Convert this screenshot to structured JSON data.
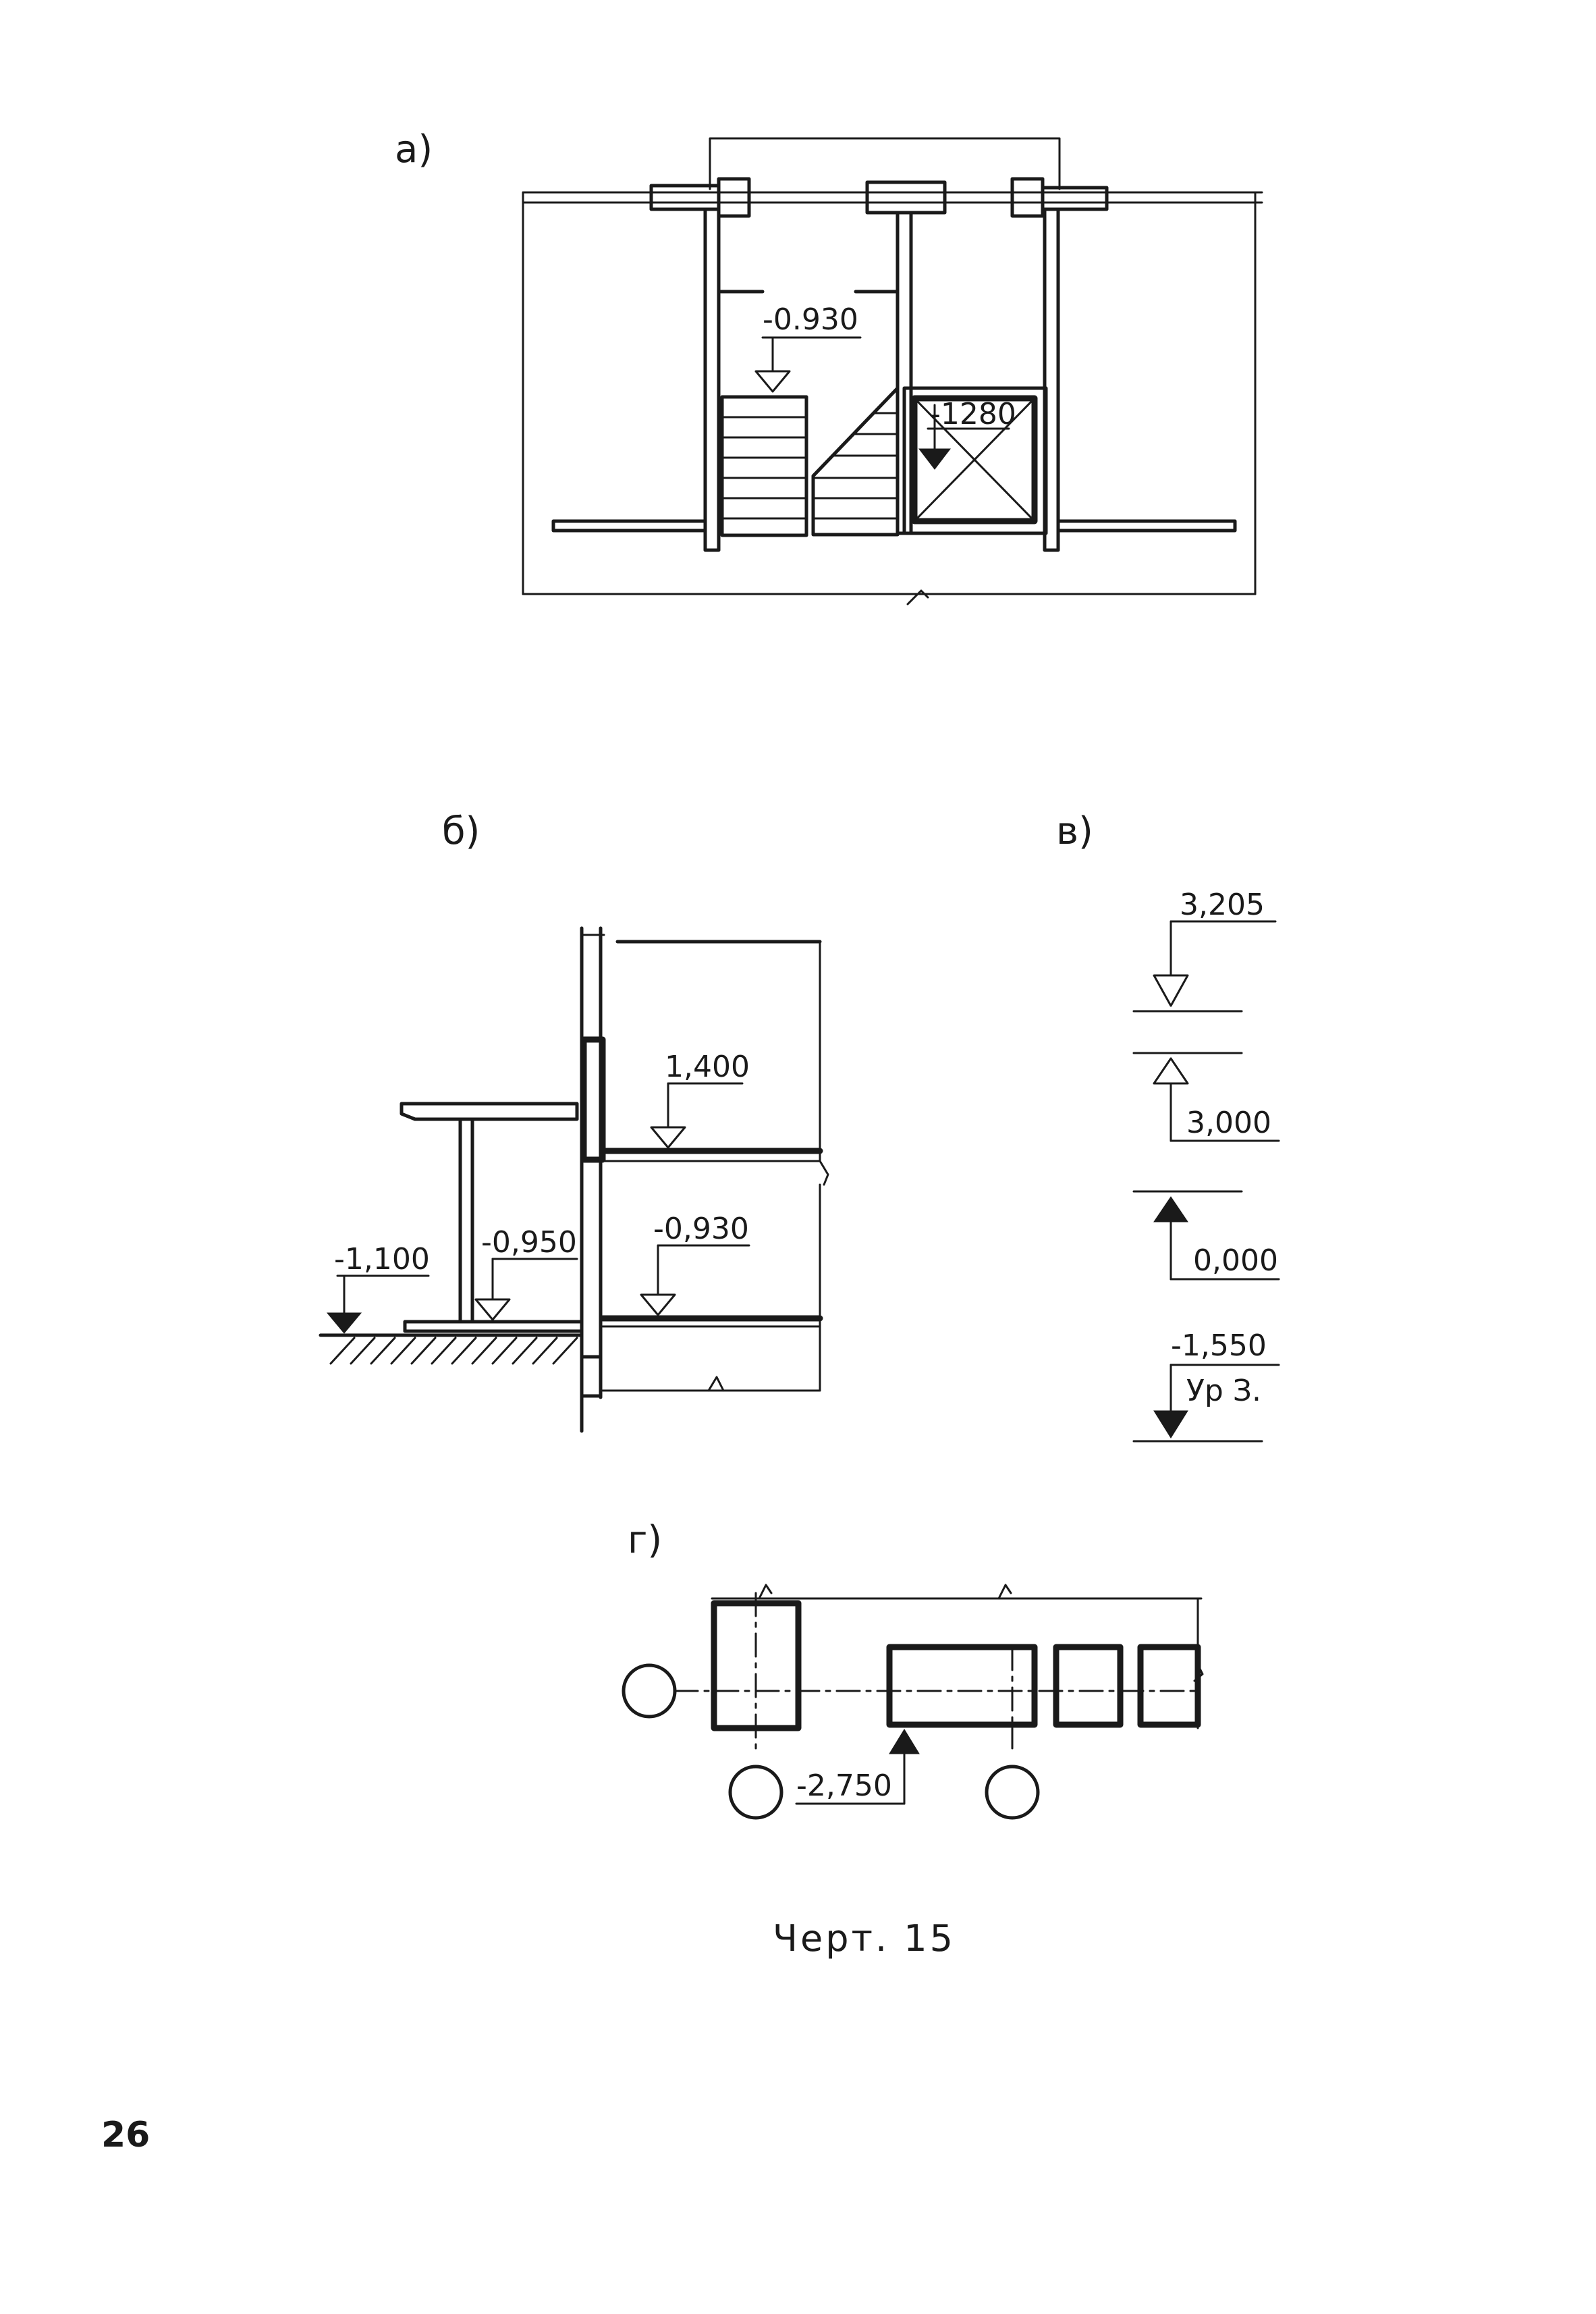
{
  "panels": {
    "a": {
      "label": "а)",
      "marks": {
        "stair_landing": "-0.930",
        "pit": "-1280"
      }
    },
    "b": {
      "label": "б)",
      "marks": {
        "floor": "1,400",
        "ground": "-1,100",
        "porch": "-0,950",
        "basement": "-0,930"
      }
    },
    "v": {
      "label": "в)",
      "marks": {
        "top": "3,205",
        "upper": "3,000",
        "zero": "0,000",
        "water": "-1,550",
        "water_note": "Ур З."
      }
    },
    "g": {
      "label": "г)",
      "marks": {
        "base": "-2,750"
      }
    }
  },
  "caption": "Черт. 15",
  "page_number": "26"
}
